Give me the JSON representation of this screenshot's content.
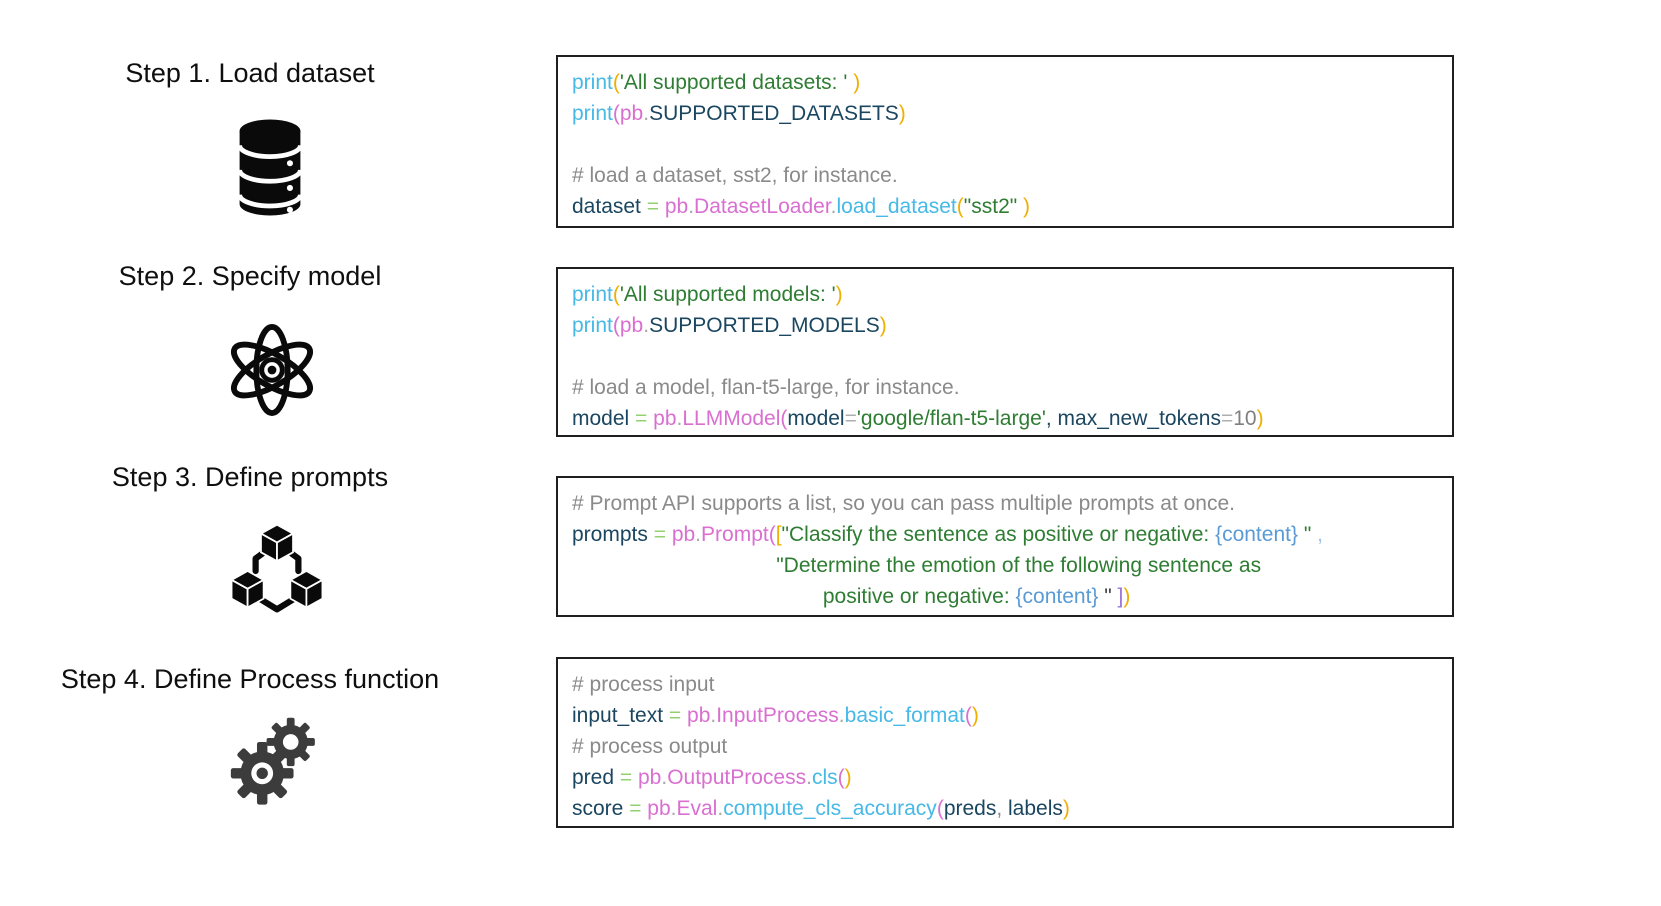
{
  "palette": {
    "blue": "#46b9e6",
    "green": "#2e7d32",
    "yellow": "#efaf00",
    "pink": "#d96fd0",
    "navy": "#1b4660",
    "gray": "#8a8a8a",
    "dotgray": "#a8a8a8",
    "lightgreen": "#93d071",
    "eqgray": "#aeaeae",
    "purple": "#9973d9",
    "contentblue": "#5b9bd5",
    "lightblue": "#9dc3e6",
    "dark": "#404040",
    "num": "#7f7f7f"
  },
  "steps": [
    {
      "title": "Step 1. Load dataset",
      "icon": "database-icon"
    },
    {
      "title": "Step 2. Specify model",
      "icon": "atom-icon"
    },
    {
      "title": "Step 3. Define prompts",
      "icon": "cubes-icon"
    },
    {
      "title": "Step 4. Define Process function",
      "icon": "gears-icon"
    }
  ],
  "code_boxes": [
    {
      "lines": [
        [
          {
            "t": "print",
            "c": "blue"
          },
          {
            "t": "(",
            "c": "yellow"
          },
          {
            "t": "'All supported datasets: ' ",
            "c": "green"
          },
          {
            "t": ")",
            "c": "yellow"
          }
        ],
        [
          {
            "t": "print",
            "c": "blue"
          },
          {
            "t": "(",
            "c": "pink"
          },
          {
            "t": "pb",
            "c": "pink"
          },
          {
            "t": ".",
            "c": "dotgray"
          },
          {
            "t": "SUPPORTED_DATASETS",
            "c": "navy"
          },
          {
            "t": ")",
            "c": "yellow"
          }
        ],
        [],
        [
          {
            "t": "# load a dataset, sst2, for instance.",
            "c": "gray"
          }
        ],
        [
          {
            "t": "dataset ",
            "c": "navy"
          },
          {
            "t": "= ",
            "c": "lightgreen"
          },
          {
            "t": "pb",
            "c": "pink"
          },
          {
            "t": ".",
            "c": "dotgray"
          },
          {
            "t": "DatasetLoader",
            "c": "pink"
          },
          {
            "t": ".",
            "c": "dotgray"
          },
          {
            "t": "load_dataset",
            "c": "blue"
          },
          {
            "t": "(",
            "c": "yellow"
          },
          {
            "t": "\"sst2\" ",
            "c": "green"
          },
          {
            "t": ")",
            "c": "yellow"
          }
        ]
      ]
    },
    {
      "lines": [
        [
          {
            "t": "print",
            "c": "blue"
          },
          {
            "t": "(",
            "c": "yellow"
          },
          {
            "t": "'All supported models: '",
            "c": "green"
          },
          {
            "t": ")",
            "c": "yellow"
          }
        ],
        [
          {
            "t": "print",
            "c": "blue"
          },
          {
            "t": "(",
            "c": "pink"
          },
          {
            "t": "pb",
            "c": "pink"
          },
          {
            "t": ".",
            "c": "dotgray"
          },
          {
            "t": "SUPPORTED_MODELS",
            "c": "navy"
          },
          {
            "t": ")",
            "c": "yellow"
          }
        ],
        [],
        [
          {
            "t": "# load a model, flan-t5-large, for instance.",
            "c": "gray"
          }
        ],
        [
          {
            "t": "model ",
            "c": "navy"
          },
          {
            "t": "= ",
            "c": "lightgreen"
          },
          {
            "t": "pb",
            "c": "pink"
          },
          {
            "t": ".",
            "c": "dotgray"
          },
          {
            "t": "LLMModel",
            "c": "pink"
          },
          {
            "t": "(",
            "c": "pink"
          },
          {
            "t": "model",
            "c": "navy"
          },
          {
            "t": "=",
            "c": "eqgray"
          },
          {
            "t": "'google/flan-t5-large'",
            "c": "green"
          },
          {
            "t": ", ",
            "c": "navy"
          },
          {
            "t": "max_new_tokens",
            "c": "navy"
          },
          {
            "t": "=",
            "c": "eqgray"
          },
          {
            "t": "10",
            "c": "num"
          },
          {
            "t": ")",
            "c": "yellow"
          }
        ]
      ]
    },
    {
      "lines": [
        [
          {
            "t": "# Prompt API supports a list, so you can pass multiple prompts at once.",
            "c": "gray"
          }
        ],
        [
          {
            "t": "prompts ",
            "c": "navy"
          },
          {
            "t": "= ",
            "c": "lightgreen"
          },
          {
            "t": "pb",
            "c": "pink"
          },
          {
            "t": ".",
            "c": "dotgray"
          },
          {
            "t": "Prompt",
            "c": "pink"
          },
          {
            "t": "(",
            "c": "pink"
          },
          {
            "t": "[",
            "c": "yellow"
          },
          {
            "t": "\"Classify the sentence as positive or negative: ",
            "c": "green"
          },
          {
            "t": "{content}",
            "c": "contentblue"
          },
          {
            "t": " \"",
            "c": "green"
          },
          {
            "t": " ,",
            "c": "lightblue"
          }
        ],
        [
          {
            "t": "                                   \"Determine the emotion of the following sentence as",
            "c": "green"
          }
        ],
        [
          {
            "t": "                                           positive or negative: ",
            "c": "green"
          },
          {
            "t": "{content}",
            "c": "contentblue"
          },
          {
            "t": " \" ",
            "c": "dark"
          },
          {
            "t": "]",
            "c": "purple"
          },
          {
            "t": ")",
            "c": "yellow"
          }
        ]
      ]
    },
    {
      "lines": [
        [
          {
            "t": "# process input",
            "c": "gray"
          }
        ],
        [
          {
            "t": "input_text ",
            "c": "navy"
          },
          {
            "t": "= ",
            "c": "lightgreen"
          },
          {
            "t": "pb",
            "c": "pink"
          },
          {
            "t": ".",
            "c": "dotgray"
          },
          {
            "t": "InputProcess",
            "c": "pink"
          },
          {
            "t": ".",
            "c": "dotgray"
          },
          {
            "t": "basic_format",
            "c": "blue"
          },
          {
            "t": "(",
            "c": "pink"
          },
          {
            "t": ")",
            "c": "yellow"
          }
        ],
        [
          {
            "t": "# process output",
            "c": "gray"
          }
        ],
        [
          {
            "t": "pred ",
            "c": "navy"
          },
          {
            "t": "= ",
            "c": "lightgreen"
          },
          {
            "t": "pb",
            "c": "pink"
          },
          {
            "t": ".",
            "c": "dotgray"
          },
          {
            "t": "OutputProcess",
            "c": "pink"
          },
          {
            "t": ".",
            "c": "dotgray"
          },
          {
            "t": "cls",
            "c": "blue"
          },
          {
            "t": "(",
            "c": "pink"
          },
          {
            "t": ")",
            "c": "yellow"
          }
        ],
        [
          {
            "t": "score ",
            "c": "navy"
          },
          {
            "t": "= ",
            "c": "lightgreen"
          },
          {
            "t": "pb",
            "c": "pink"
          },
          {
            "t": ".",
            "c": "dotgray"
          },
          {
            "t": "Eval",
            "c": "pink"
          },
          {
            "t": ".",
            "c": "dotgray"
          },
          {
            "t": "compute_cls_accuracy",
            "c": "blue"
          },
          {
            "t": "(",
            "c": "pink"
          },
          {
            "t": "preds",
            "c": "navy"
          },
          {
            "t": ", ",
            "c": "gray"
          },
          {
            "t": "labels",
            "c": "navy"
          },
          {
            "t": ")",
            "c": "yellow"
          }
        ]
      ]
    }
  ]
}
